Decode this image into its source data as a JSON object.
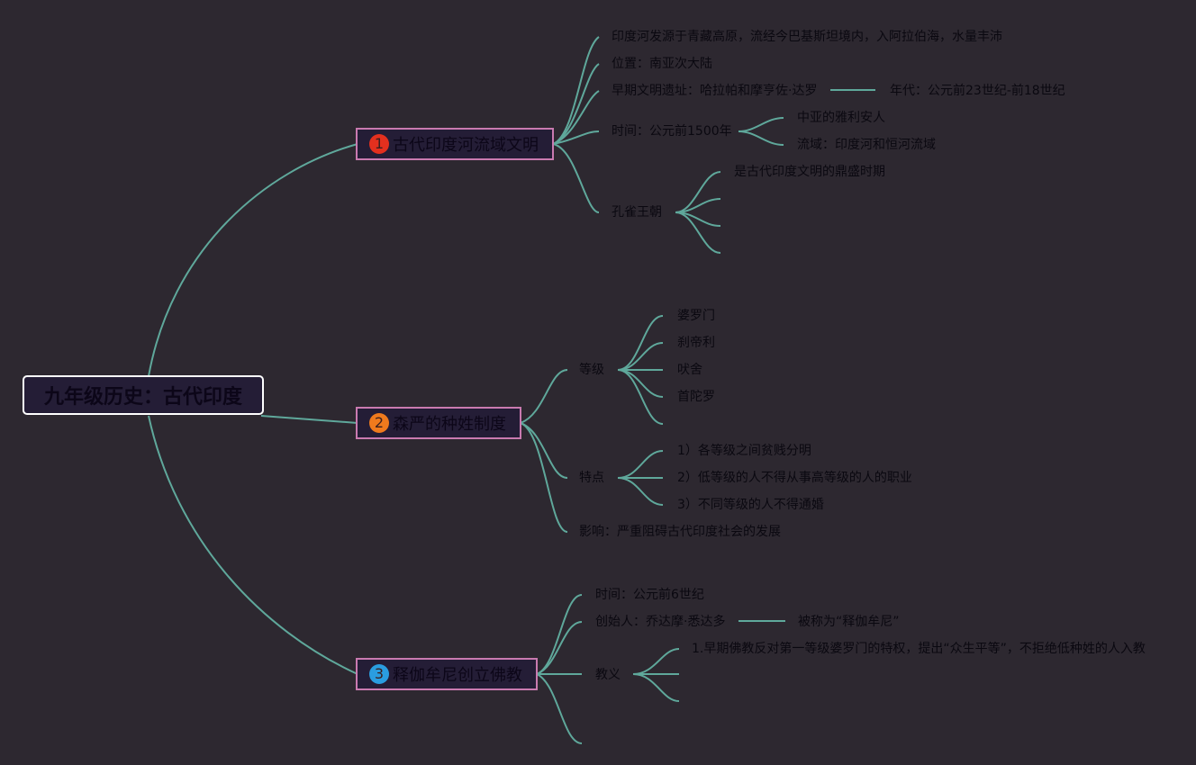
{
  "root": {
    "label": "九年级历史：古代印度"
  },
  "branches": [
    {
      "number": "1",
      "color": "#e3301e",
      "label": "古代印度河流域文明",
      "children": [
        {
          "label": "印度河发源于青藏高原，流经今巴基斯坦境内，入阿拉伯海，水量丰沛"
        },
        {
          "label": "位置：南亚次大陆"
        },
        {
          "label": "早期文明遗址：哈拉帕和摩亨佐·达罗",
          "children": [
            {
              "label": "年代：公元前23世纪-前18世纪"
            }
          ]
        },
        {
          "label": "时间：公元前1500年",
          "children": [
            {
              "label": "中亚的雅利安人"
            },
            {
              "label": "流域：印度河和恒河流域"
            }
          ]
        },
        {
          "label": "孔雀王朝",
          "children": [
            {
              "label": "是古代印度文明的鼎盛时期"
            },
            {
              "label": ""
            },
            {
              "label": ""
            },
            {
              "label": ""
            }
          ]
        }
      ]
    },
    {
      "number": "2",
      "color": "#ef7a1d",
      "label": "森严的种姓制度",
      "children": [
        {
          "label": "等级",
          "children": [
            {
              "label": "婆罗门"
            },
            {
              "label": "刹帝利"
            },
            {
              "label": "吠舍"
            },
            {
              "label": "首陀罗"
            },
            {
              "label": ""
            }
          ]
        },
        {
          "label": "特点",
          "children": [
            {
              "label": "1）各等级之间贫贱分明"
            },
            {
              "label": "2）低等级的人不得从事高等级的人的职业"
            },
            {
              "label": "3）不同等级的人不得通婚"
            }
          ]
        },
        {
          "label": "影响：严重阻碍古代印度社会的发展"
        }
      ]
    },
    {
      "number": "3",
      "color": "#2a9de0",
      "label": "释伽牟尼创立佛教",
      "children": [
        {
          "label": "时间：公元前6世纪"
        },
        {
          "label": "创始人：乔达摩·悉达多",
          "children": [
            {
              "label": "被称为“释伽牟尼”"
            }
          ]
        },
        {
          "label": "教义",
          "children": [
            {
              "label": "1.早期佛教反对第一等级婆罗门的特权，提出“众生平等”，不拒绝低种姓的人入教"
            },
            {
              "label": ""
            },
            {
              "label": ""
            }
          ]
        },
        {
          "label": ""
        }
      ]
    }
  ],
  "colors": {
    "background": "#2d2830",
    "line": "#5fa89b",
    "branch_border": "#c97ab0",
    "node_fill": "#241d36",
    "root_border": "#ffffff"
  }
}
